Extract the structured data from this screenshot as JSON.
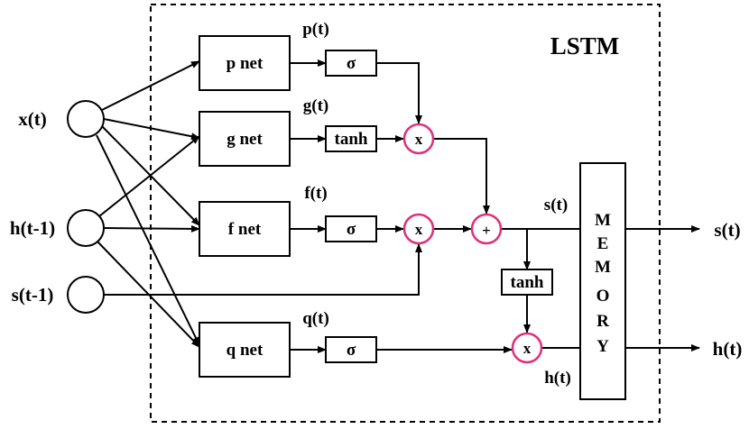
{
  "title": "LSTM",
  "inputs": {
    "x": "x(t)",
    "h_prev": "h(t-1)",
    "s_prev": "s(t-1)"
  },
  "nets": {
    "p": "p net",
    "g": "g net",
    "f": "f net",
    "q": "q net"
  },
  "signals": {
    "p": "p(t)",
    "g": "g(t)",
    "f": "f(t)",
    "q": "q(t)",
    "s_internal": "s(t)",
    "h_internal": "h(t)"
  },
  "activations": {
    "sigma": "σ",
    "tanh": "tanh"
  },
  "ops": {
    "mult": "x",
    "add": "+"
  },
  "memory_letters": [
    "M",
    "E",
    "M",
    "O",
    "R",
    "Y"
  ],
  "outputs": {
    "s": "s(t)",
    "h": "h(t)"
  },
  "colors": {
    "line": "#000000",
    "operator_ring": "#e0307a"
  }
}
